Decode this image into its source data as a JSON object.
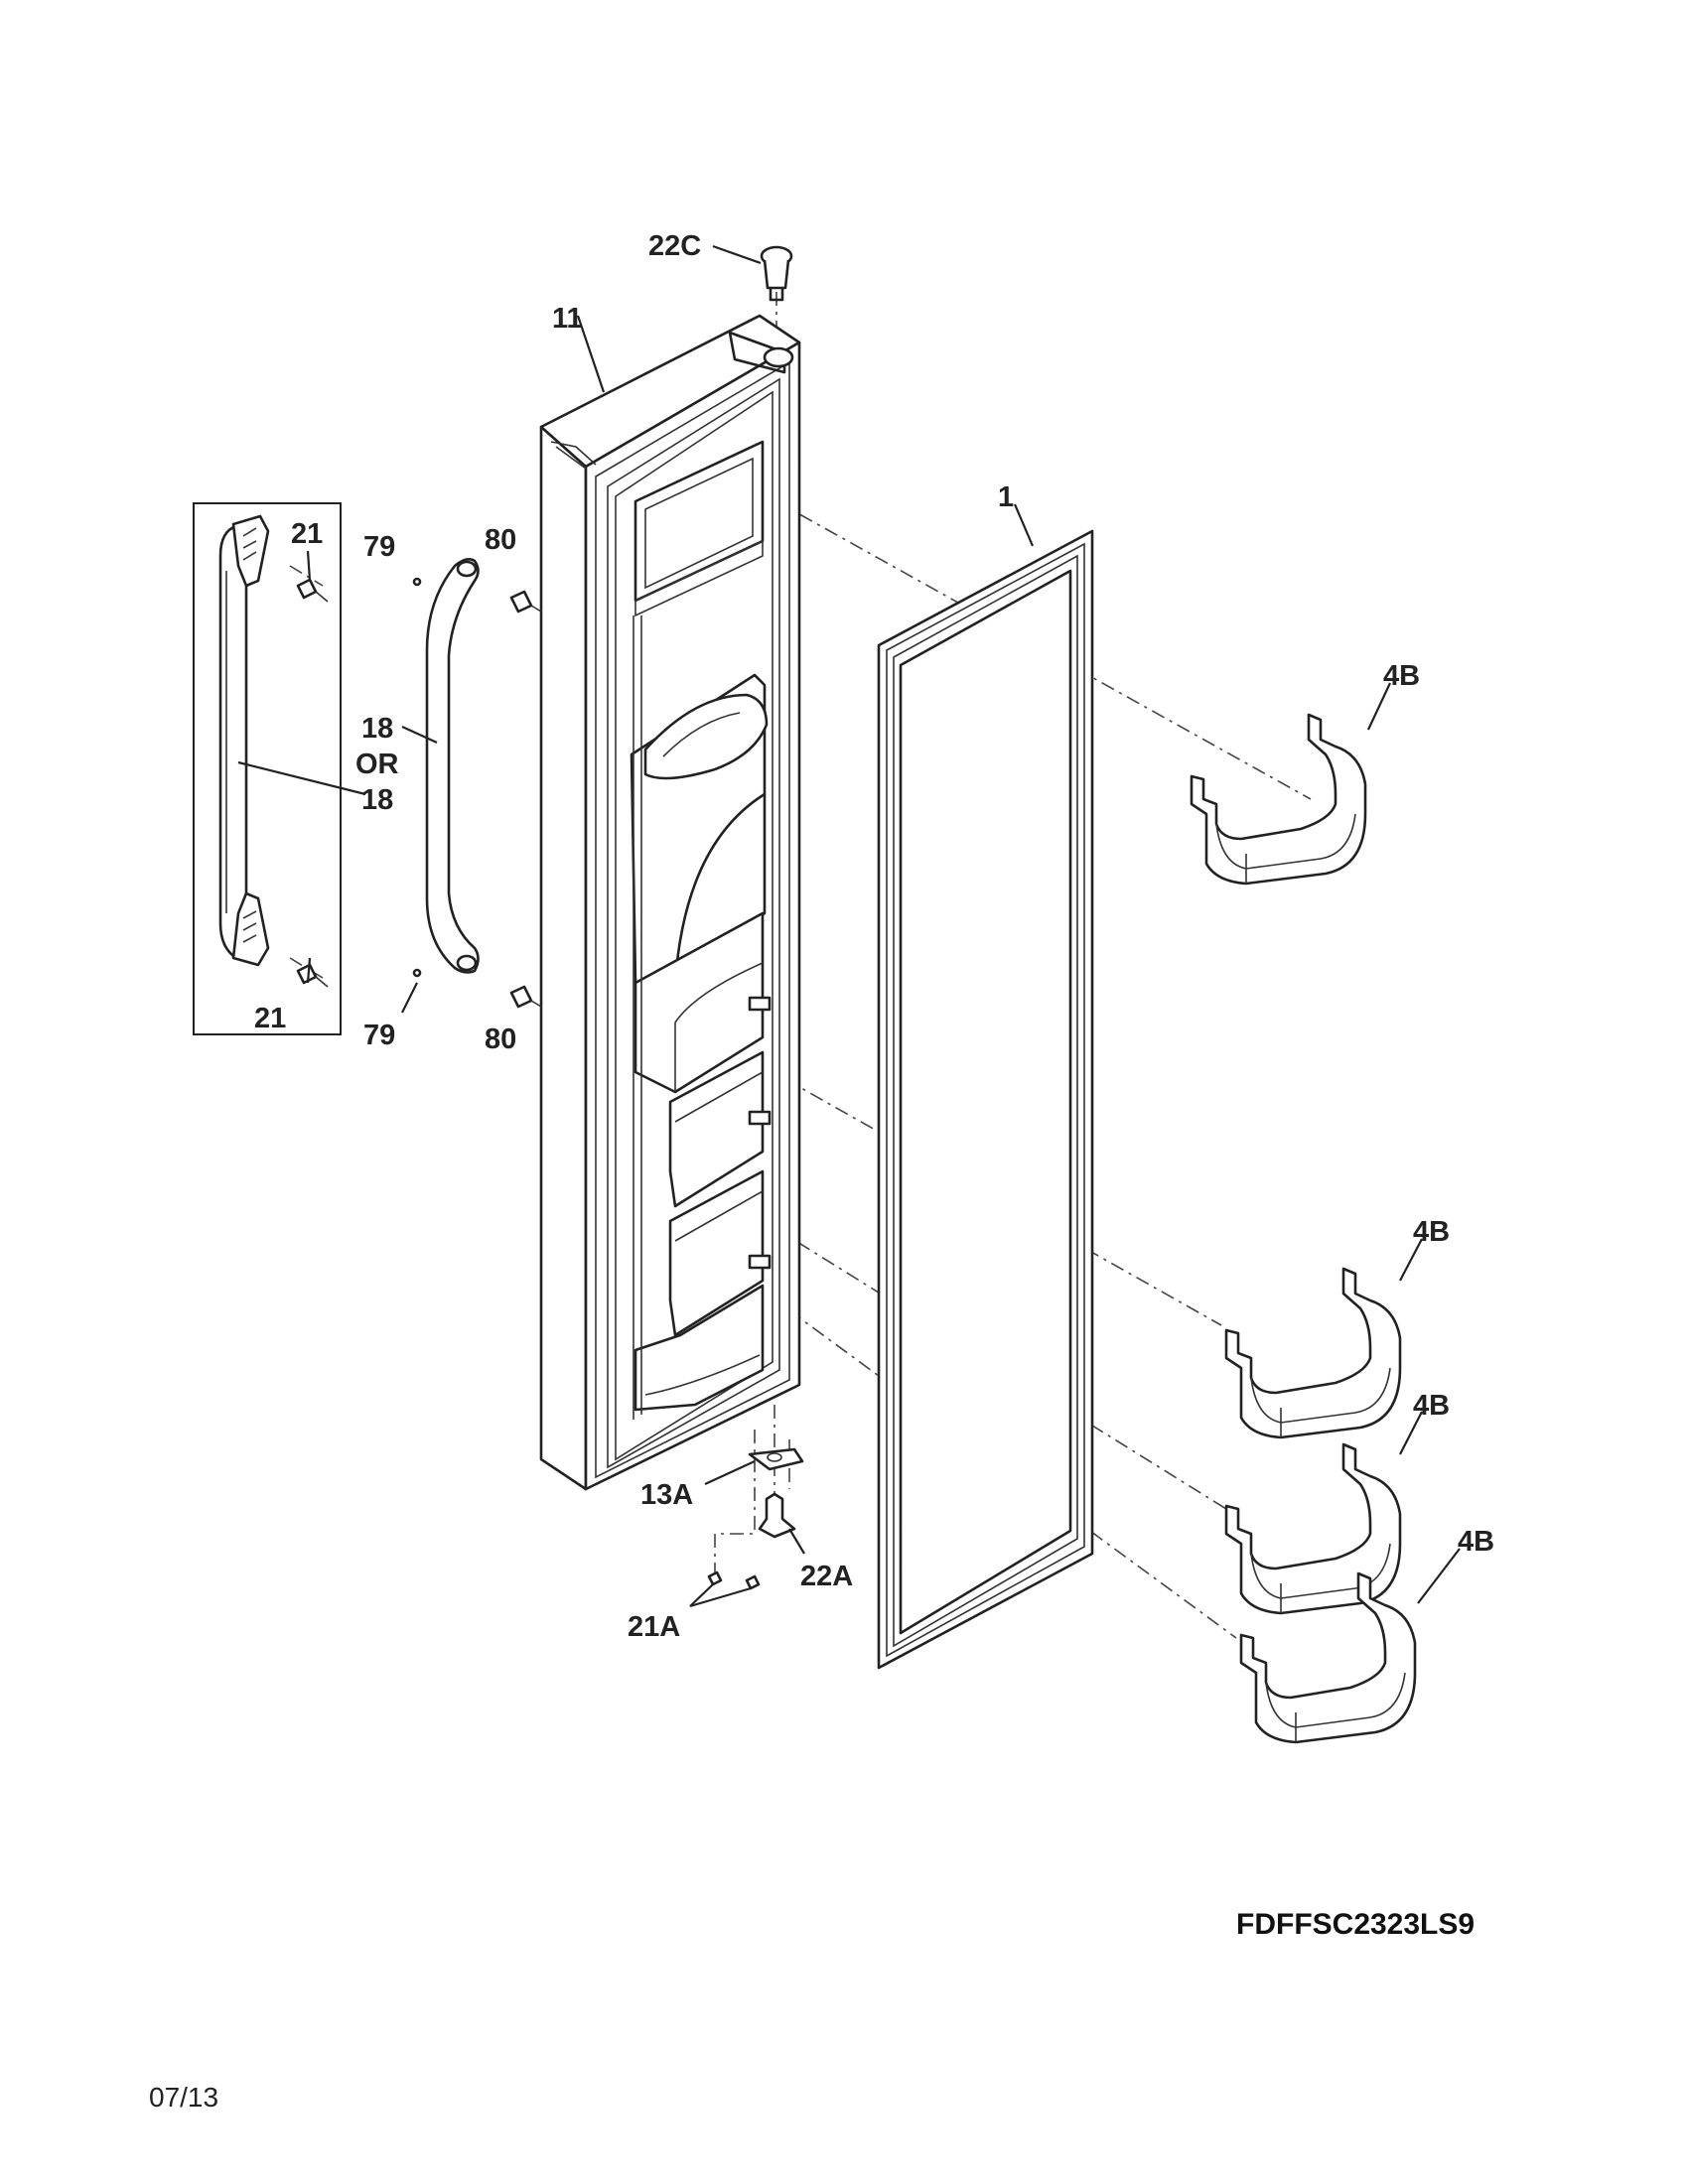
{
  "model_number": "FDFFSC2323LS9",
  "date_code": "07/13",
  "callouts": {
    "c22C": "22C",
    "c11": "11",
    "c1": "1",
    "c21_top": "21",
    "c79_top": "79",
    "c80_top": "80",
    "c18_a": "18",
    "c_or": "OR",
    "c18_b": "18",
    "c21_bottom": "21",
    "c79_bottom": "79",
    "c80_bottom": "80",
    "c4B_1": "4B",
    "c4B_2": "4B",
    "c4B_3": "4B",
    "c4B_4": "4B",
    "c13A": "13A",
    "c22A": "22A",
    "c21A": "21A"
  },
  "colors": {
    "line": "#222222",
    "background": "#ffffff"
  }
}
